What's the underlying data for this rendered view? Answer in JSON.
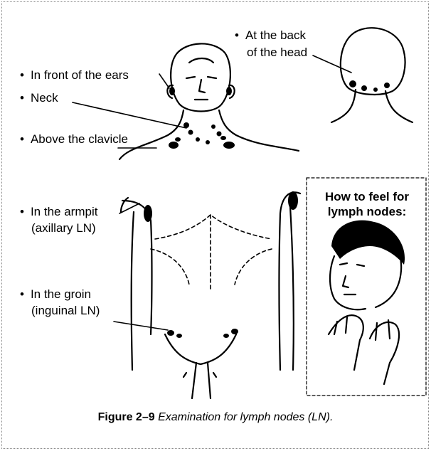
{
  "labels": {
    "back_head_line1": "At the back",
    "back_head_line2": "of the head",
    "front_ears": "In front of the ears",
    "neck": "Neck",
    "clavicle": "Above the clavicle",
    "armpit_line1": "In the armpit",
    "armpit_line2": "(axillary LN)",
    "groin_line1": "In the groin",
    "groin_line2": "(inguinal LN)"
  },
  "inset": {
    "title_line1": "How to feel for",
    "title_line2": "lymph nodes:"
  },
  "caption": {
    "figure_number": "Figure 2–9",
    "text": " Examination for lymph nodes (LN)."
  },
  "colors": {
    "ink": "#000000",
    "border": "#888888",
    "background": "#ffffff"
  }
}
